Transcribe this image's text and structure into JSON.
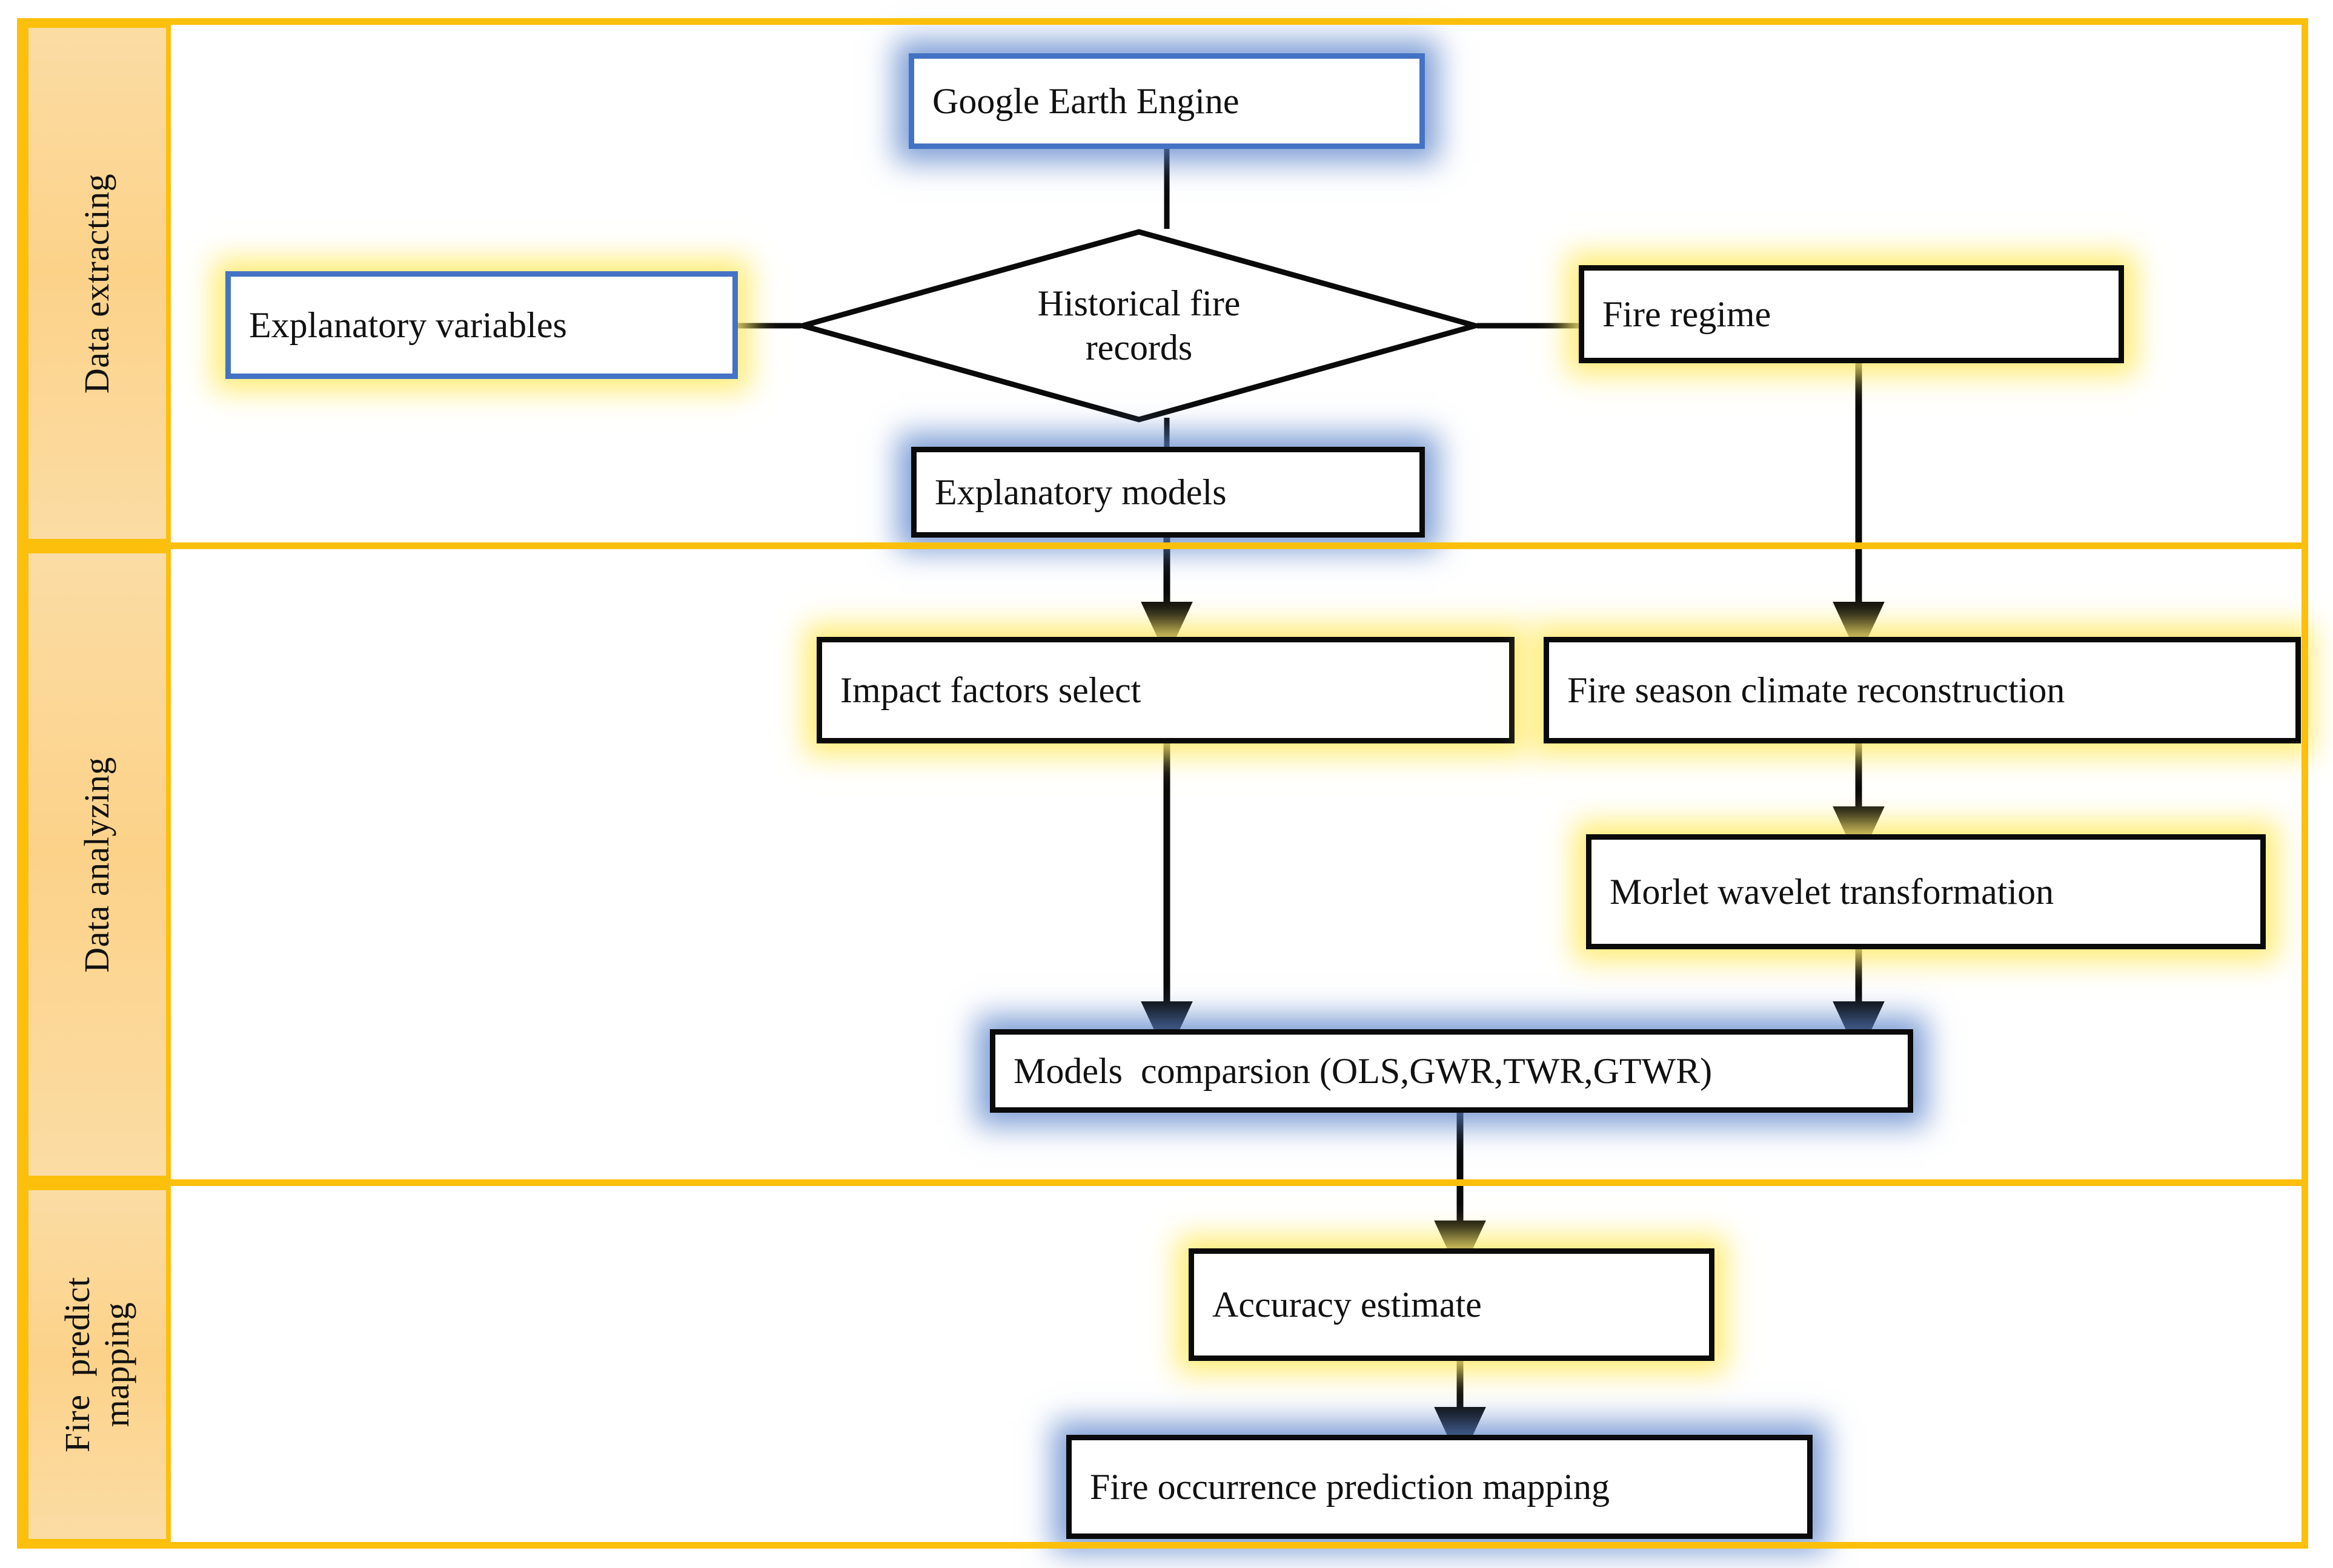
{
  "diagram": {
    "title_colors": {
      "frame_orange": "#FCBF0C",
      "stage_fill": "#FCD289",
      "blue_border": "#4472C4",
      "black_border": "#0A0A0A",
      "blue_glow": "#5B84CA",
      "yellow_glow": "#FFEB6E"
    },
    "stages": [
      {
        "id": "data-extracting",
        "label": "Data extracting"
      },
      {
        "id": "data-analyzing",
        "label": "Data analyzing"
      },
      {
        "id": "fire-predict-mapping",
        "label": "Fire  predict\nmapping"
      }
    ],
    "nodes": [
      {
        "id": "google-earth-engine",
        "label": "Google Earth Engine",
        "shape": "rect",
        "border": "blue",
        "glow": "blue",
        "stage": "data-extracting"
      },
      {
        "id": "explanatory-variables",
        "label": "Explanatory variables",
        "shape": "rect",
        "border": "blue",
        "glow": "yellow",
        "stage": "data-extracting"
      },
      {
        "id": "historical-fire-records",
        "label": "Historical fire\nrecords",
        "shape": "diamond",
        "border": "black",
        "glow": "none",
        "stage": "data-extracting"
      },
      {
        "id": "fire-regime",
        "label": "Fire regime",
        "shape": "rect",
        "border": "black",
        "glow": "yellow",
        "stage": "data-extracting"
      },
      {
        "id": "explanatory-models",
        "label": "Explanatory models",
        "shape": "rect",
        "border": "black",
        "glow": "blue",
        "stage": "data-extracting"
      },
      {
        "id": "impact-factors-select",
        "label": "Impact factors select",
        "shape": "rect",
        "border": "black",
        "glow": "yellow",
        "stage": "data-analyzing"
      },
      {
        "id": "fire-season-climate-reconstruction",
        "label": "Fire season climate reconstruction",
        "shape": "rect",
        "border": "black",
        "glow": "yellow",
        "stage": "data-analyzing"
      },
      {
        "id": "morlet-wavelet-transformation",
        "label": "Morlet wavelet transformation",
        "shape": "rect",
        "border": "black",
        "glow": "yellow",
        "stage": "data-analyzing"
      },
      {
        "id": "models-comparsion",
        "label": "Models  comparsion (OLS,GWR,TWR,GTWR)",
        "shape": "rect",
        "border": "black",
        "glow": "blue",
        "stage": "data-analyzing"
      },
      {
        "id": "accuracy-estimate",
        "label": "Accuracy estimate",
        "shape": "rect",
        "border": "black",
        "glow": "yellow",
        "stage": "fire-predict-mapping"
      },
      {
        "id": "fire-occurrence-prediction-mapping",
        "label": "Fire occurrence prediction mapping",
        "shape": "rect",
        "border": "black",
        "glow": "blue",
        "stage": "fire-predict-mapping"
      }
    ],
    "edges": [
      {
        "from": "google-earth-engine",
        "to": "historical-fire-records",
        "arrow": false
      },
      {
        "from": "explanatory-variables",
        "to": "historical-fire-records",
        "arrow": false
      },
      {
        "from": "historical-fire-records",
        "to": "fire-regime",
        "arrow": false
      },
      {
        "from": "historical-fire-records",
        "to": "explanatory-models",
        "arrow": false
      },
      {
        "from": "explanatory-models",
        "to": "impact-factors-select",
        "arrow": true
      },
      {
        "from": "fire-regime",
        "to": "fire-season-climate-reconstruction",
        "arrow": true
      },
      {
        "from": "fire-season-climate-reconstruction",
        "to": "morlet-wavelet-transformation",
        "arrow": true
      },
      {
        "from": "impact-factors-select",
        "to": "models-comparsion",
        "arrow": true
      },
      {
        "from": "morlet-wavelet-transformation",
        "to": "models-comparsion",
        "arrow": true
      },
      {
        "from": "models-comparsion",
        "to": "accuracy-estimate",
        "arrow": true
      },
      {
        "from": "accuracy-estimate",
        "to": "fire-occurrence-prediction-mapping",
        "arrow": true
      }
    ]
  }
}
